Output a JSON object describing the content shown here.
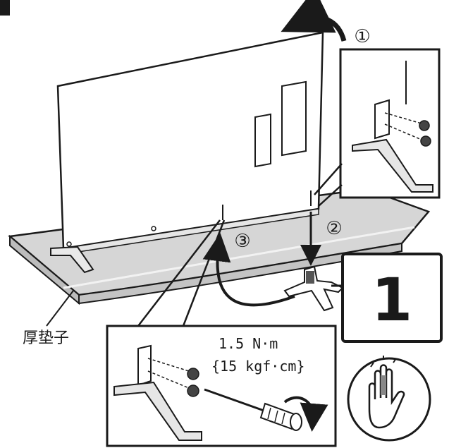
{
  "step_markers": {
    "one": "①",
    "two": "②",
    "three": "③"
  },
  "cushion_label": "厚垫子",
  "step_number": "1",
  "torque": {
    "line1": "1.5 N·m",
    "line2": "{15 kgf·cm}"
  },
  "icons": {
    "hand": "hand-caution-icon",
    "screwdriver": "screwdriver-icon",
    "rotate": "rotate-arrow-icon"
  },
  "colors": {
    "stroke": "#1a1a1a",
    "cushion": "#d9d9d9",
    "background": "#ffffff"
  }
}
